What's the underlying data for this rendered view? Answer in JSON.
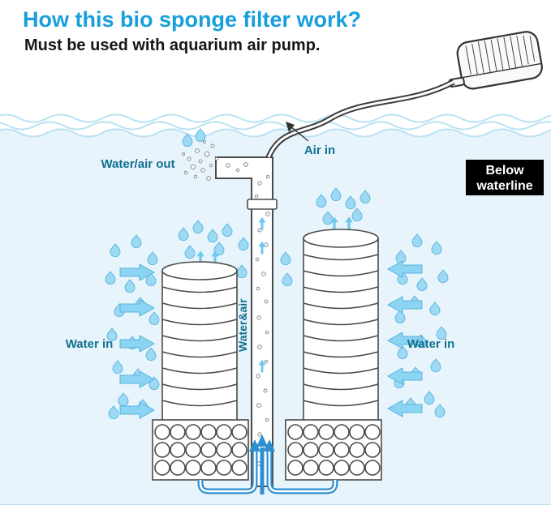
{
  "header": {
    "title": "How this bio sponge filter work?",
    "subtitle": "Must be used with aquarium air pump."
  },
  "labels": {
    "water_air_out": "Water/air out",
    "air_in": "Air in",
    "water_in_left": "Water in",
    "water_in_right": "Water in",
    "water_and_air": "Water&air",
    "below_waterline_line1": "Below",
    "below_waterline_line2": "waterline"
  },
  "colors": {
    "title_blue": "#189fdb",
    "subtitle_dark": "#161616",
    "label_teal": "#11708f",
    "water_fill": "#e8f4fb",
    "wave_stroke": "#b9e1f2",
    "droplet_blue": "#9ed9f4",
    "arrow_blue": "#8cd4f3",
    "flow_blue": "#2e8fd0",
    "line_dark": "#4a4a4a",
    "badge_bg": "#000000",
    "badge_text": "#ffffff"
  }
}
